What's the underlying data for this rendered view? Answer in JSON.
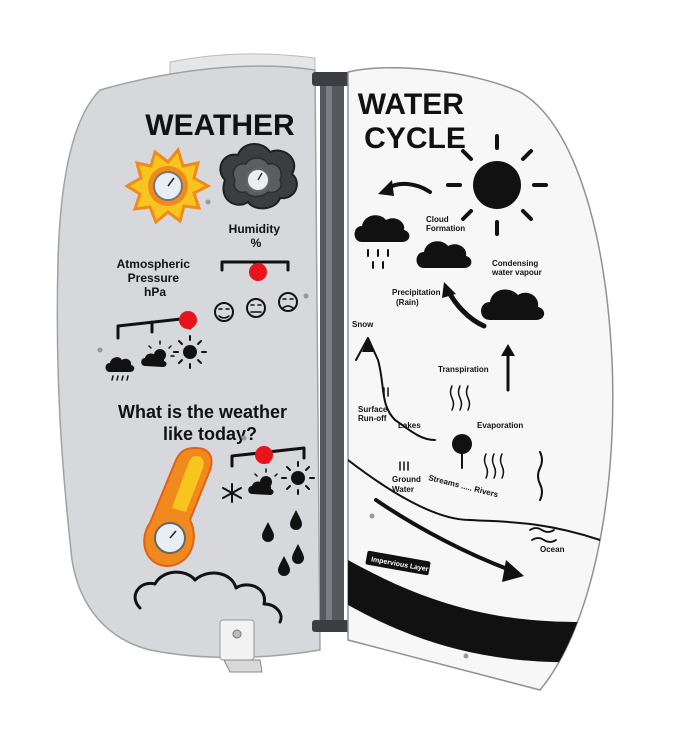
{
  "left_panel": {
    "title": "WEATHER",
    "pressure_label": [
      "Atmospheric",
      "Pressure",
      "hPa"
    ],
    "humidity_label": [
      "Humidity",
      "%"
    ],
    "question": [
      "What is the weather",
      "like today?"
    ]
  },
  "right_panel": {
    "title": [
      "WATER",
      "CYCLE"
    ],
    "labels": {
      "cloud_formation": [
        "Cloud",
        "Formation"
      ],
      "condensing": [
        "Condensing",
        "water vapour"
      ],
      "precipitation": [
        "Precipitation",
        "(Rain)"
      ],
      "snow": "Snow",
      "transpiration": "Transpiration",
      "surface_runoff": [
        "Surface",
        "Run-off"
      ],
      "lakes": "Lakes",
      "evaporation": "Evaporation",
      "ground_water": [
        "Ground",
        "Water"
      ],
      "streams_rivers": "Streams ..... Rivers",
      "ocean": "Ocean",
      "impervious": "Impervious Layer"
    }
  },
  "colors": {
    "left_panel": "#d6d8db",
    "right_panel": "#f7f7f7",
    "accent_yellow": "#f7c51e",
    "accent_orange": "#f08a1d",
    "indicator_red": "#e8141c",
    "post": "#55585c"
  },
  "icons": [
    "sun-gauge-icon",
    "cloud-gauge-icon",
    "thermometer-gauge-icon",
    "rain-cloud-icon",
    "sun-cloud-icon",
    "sun-icon",
    "snowflake-icon",
    "raindrops-icon",
    "face-icons",
    "big-cloud-icon"
  ]
}
